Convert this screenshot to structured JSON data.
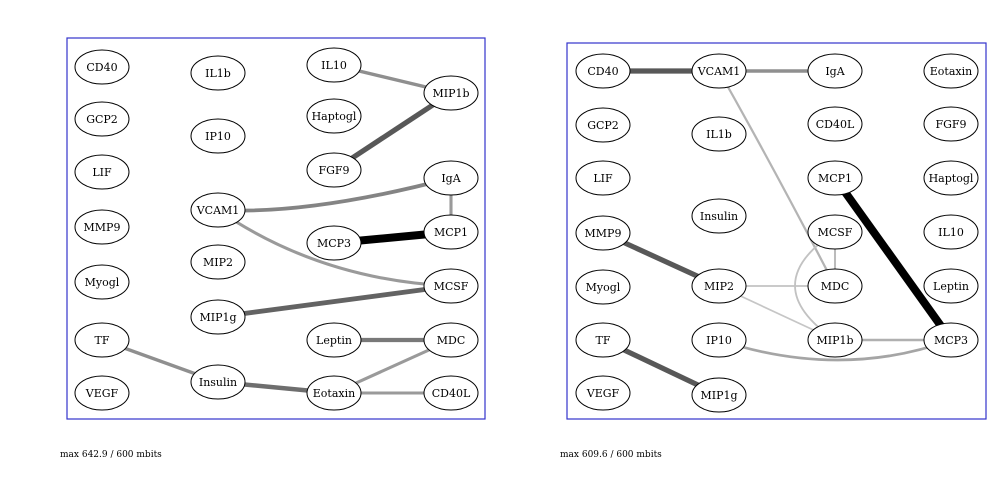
{
  "panels": [
    {
      "id": "left",
      "footer": "max 642.9 / 600 mbits",
      "nodes": [
        {
          "id": "CD40",
          "label": "CD40"
        },
        {
          "id": "GCP2",
          "label": "GCP2"
        },
        {
          "id": "LIF",
          "label": "LIF"
        },
        {
          "id": "MMP9",
          "label": "MMP9"
        },
        {
          "id": "Myogl",
          "label": "Myogl"
        },
        {
          "id": "TF",
          "label": "TF"
        },
        {
          "id": "VEGF",
          "label": "VEGF"
        },
        {
          "id": "IL1b",
          "label": "IL1b"
        },
        {
          "id": "IP10",
          "label": "IP10"
        },
        {
          "id": "VCAM1",
          "label": "VCAM1"
        },
        {
          "id": "MIP2",
          "label": "MIP2"
        },
        {
          "id": "MIP1g",
          "label": "MIP1g"
        },
        {
          "id": "Insulin",
          "label": "Insulin"
        },
        {
          "id": "IL10",
          "label": "IL10"
        },
        {
          "id": "Haptogl",
          "label": "Haptogl"
        },
        {
          "id": "FGF9",
          "label": "FGF9"
        },
        {
          "id": "MCP3",
          "label": "MCP3"
        },
        {
          "id": "Leptin",
          "label": "Leptin"
        },
        {
          "id": "Eotaxin",
          "label": "Eotaxin"
        },
        {
          "id": "MIP1b",
          "label": "MIP1b"
        },
        {
          "id": "IgA",
          "label": "IgA"
        },
        {
          "id": "MCP1",
          "label": "MCP1"
        },
        {
          "id": "MCSF",
          "label": "MCSF"
        },
        {
          "id": "MDC",
          "label": "MDC"
        },
        {
          "id": "CD40L",
          "label": "CD40L"
        }
      ],
      "edges": [
        {
          "from": "IL10",
          "to": "MIP1b",
          "weight": 0.35
        },
        {
          "from": "FGF9",
          "to": "MIP1b",
          "weight": 0.6
        },
        {
          "from": "VCAM1",
          "to": "IgA",
          "weight": 0.4
        },
        {
          "from": "IgA",
          "to": "MCP1",
          "weight": 0.3
        },
        {
          "from": "MCP3",
          "to": "MCP1",
          "weight": 1.0
        },
        {
          "from": "VCAM1",
          "to": "MCSF",
          "weight": 0.3
        },
        {
          "from": "MIP1g",
          "to": "MCSF",
          "weight": 0.55
        },
        {
          "from": "Leptin",
          "to": "MDC",
          "weight": 0.45
        },
        {
          "from": "TF",
          "to": "Insulin",
          "weight": 0.35
        },
        {
          "from": "Insulin",
          "to": "Eotaxin",
          "weight": 0.5
        },
        {
          "from": "Eotaxin",
          "to": "MDC",
          "weight": 0.3
        },
        {
          "from": "Eotaxin",
          "to": "CD40L",
          "weight": 0.3
        }
      ]
    },
    {
      "id": "right",
      "footer": "max 609.6 / 600 mbits",
      "nodes": [
        {
          "id": "CD40",
          "label": "CD40"
        },
        {
          "id": "GCP2",
          "label": "GCP2"
        },
        {
          "id": "LIF",
          "label": "LIF"
        },
        {
          "id": "MMP9",
          "label": "MMP9"
        },
        {
          "id": "Myogl",
          "label": "Myogl"
        },
        {
          "id": "TF",
          "label": "TF"
        },
        {
          "id": "VEGF",
          "label": "VEGF"
        },
        {
          "id": "VCAM1",
          "label": "VCAM1"
        },
        {
          "id": "IL1b",
          "label": "IL1b"
        },
        {
          "id": "Insulin",
          "label": "Insulin"
        },
        {
          "id": "MIP2",
          "label": "MIP2"
        },
        {
          "id": "IP10",
          "label": "IP10"
        },
        {
          "id": "MIP1g",
          "label": "MIP1g"
        },
        {
          "id": "IgA",
          "label": "IgA"
        },
        {
          "id": "CD40L",
          "label": "CD40L"
        },
        {
          "id": "MCP1",
          "label": "MCP1"
        },
        {
          "id": "MCSF",
          "label": "MCSF"
        },
        {
          "id": "MDC",
          "label": "MDC"
        },
        {
          "id": "MIP1b",
          "label": "MIP1b"
        },
        {
          "id": "Eotaxin",
          "label": "Eotaxin"
        },
        {
          "id": "FGF9",
          "label": "FGF9"
        },
        {
          "id": "Haptogl",
          "label": "Haptogl"
        },
        {
          "id": "IL10",
          "label": "IL10"
        },
        {
          "id": "Leptin",
          "label": "Leptin"
        },
        {
          "id": "MCP3",
          "label": "MCP3"
        }
      ],
      "edges": [
        {
          "from": "CD40",
          "to": "VCAM1",
          "weight": 0.6
        },
        {
          "from": "VCAM1",
          "to": "IgA",
          "weight": 0.35
        },
        {
          "from": "VCAM1",
          "to": "MDC",
          "weight": 0.18
        },
        {
          "from": "MMP9",
          "to": "MIP2",
          "weight": 0.6
        },
        {
          "from": "MCP1",
          "to": "MCP3",
          "weight": 1.0
        },
        {
          "from": "MCSF",
          "to": "MDC",
          "weight": 0.15
        },
        {
          "from": "MCSF",
          "to": "MIP1b",
          "weight": 0.12
        },
        {
          "from": "MIP2",
          "to": "MDC",
          "weight": 0.12
        },
        {
          "from": "MIP2",
          "to": "MIP1b",
          "weight": 0.1
        },
        {
          "from": "MIP1b",
          "to": "MCP3",
          "weight": 0.2
        },
        {
          "from": "IP10",
          "to": "MCP3",
          "weight": 0.25
        },
        {
          "from": "TF",
          "to": "MIP1g",
          "weight": 0.6
        }
      ]
    }
  ]
}
